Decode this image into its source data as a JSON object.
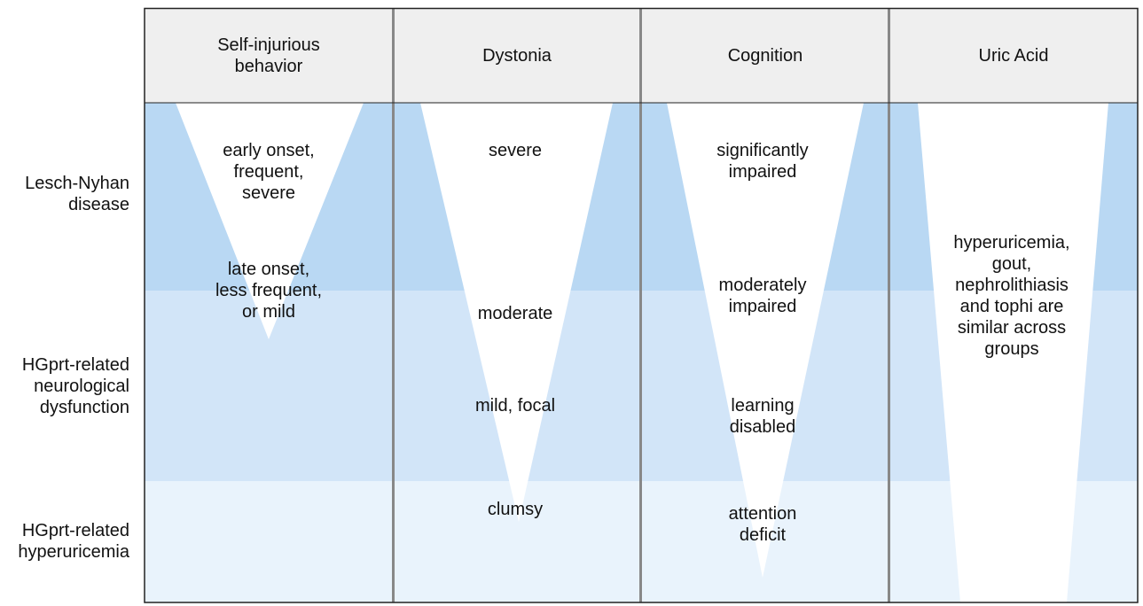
{
  "columns": [
    "Self-injurious\nbehavior",
    "Dystonia",
    "Cognition",
    "Uric Acid"
  ],
  "rows": [
    "Lesch-Nyhan\ndisease",
    "HGprt-related\nneurological\ndysfunction",
    "HGprt-related\nhyperuricemia"
  ],
  "band_colors": {
    "lesch_nyhan": "#b9d8f3",
    "neurological": "#d2e5f8",
    "hyperuricemia": "#e9f3fc",
    "header": "#efefef",
    "divider": "#888888",
    "border": "#222222"
  },
  "cells": {
    "sib_early": "early onset,\nfrequent,\nsevere",
    "sib_late": "late onset,\nless frequent,\nor mild",
    "dys_severe": "severe",
    "dys_moderate": "moderate",
    "dys_mild": "mild, focal",
    "dys_clumsy": "clumsy",
    "cog_significant": "significantly\nimpaired",
    "cog_moderate": "moderately\nimpaired",
    "cog_learning": "learning\ndisabled",
    "cog_attention": "attention\ndeficit",
    "uric_text": "hyperuricemia,\ngout,\nnephrolithiasis\nand tophi are\nsimilar across\ngroups"
  }
}
